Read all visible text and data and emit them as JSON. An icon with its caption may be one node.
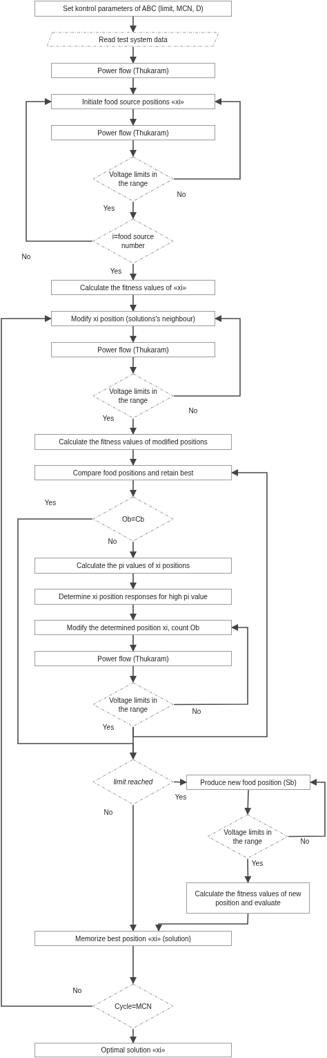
{
  "diagram": {
    "nodes": [
      {
        "text": [
          "Set kontrol parameters of ABC (limit, MCN, D)"
        ]
      },
      {
        "text": [
          "Read test system data"
        ]
      },
      {
        "text": [
          "Power flow (Thukaram)"
        ]
      },
      {
        "text": [
          "Initiate food source positions «xi»"
        ]
      },
      {
        "text": [
          "Power flow (Thukaram)"
        ]
      },
      {
        "text": [
          "Voltage limits in the range"
        ]
      },
      {
        "text": [
          "i=food source number"
        ]
      },
      {
        "text": [
          "Calculate the fitness values of «xi»"
        ]
      },
      {
        "text": [
          "Modify xi position (solutions's neighbour)"
        ]
      },
      {
        "text": [
          "Power flow (Thukaram)"
        ]
      },
      {
        "text": [
          "Voltage limits in the range"
        ]
      },
      {
        "text": [
          "Calculate the fitness values of modified positions"
        ]
      },
      {
        "text": [
          "Compare food positions and retain best"
        ]
      },
      {
        "text": [
          "Ob=Cb"
        ]
      },
      {
        "text": [
          "Calculate the pi values of xi positions"
        ]
      },
      {
        "text": [
          "Determine xi position responses for high pi value"
        ]
      },
      {
        "text": [
          "Modify the determined position xi, count Ob"
        ]
      },
      {
        "text": [
          "Power flow (Thukaram)"
        ]
      },
      {
        "text": [
          "Voltage limits in the range"
        ]
      },
      {
        "text": [
          "limit reached"
        ]
      },
      {
        "text": [
          "Produce new food position (Sb)"
        ]
      },
      {
        "text": [
          "Voltage limits in the range"
        ]
      },
      {
        "text": [
          "Calculate the fitness values of new position and evaluate"
        ]
      },
      {
        "text": [
          "Memorize best position «xi» (solution)"
        ]
      },
      {
        "text": [
          "Cycle=MCN"
        ]
      },
      {
        "text": [
          "Optimal solution «xi»"
        ]
      }
    ],
    "edges": [
      {
        "from": 0,
        "to": 1,
        "arrow": "to"
      },
      {
        "from": 1,
        "to": 2,
        "arrow": "to"
      },
      {
        "from": 2,
        "to": 3,
        "arrow": "to"
      },
      {
        "from": 3,
        "to": 4,
        "arrow": "to"
      },
      {
        "from": 4,
        "to": 5,
        "arrow": "to"
      },
      {
        "from": 5,
        "to": 6,
        "arrow": "to",
        "label": "Yes"
      },
      {
        "from": 5,
        "to": 3,
        "arrow": "to",
        "label": "No"
      },
      {
        "from": 6,
        "to": 3,
        "arrow": "to",
        "label": "No"
      },
      {
        "from": 6,
        "to": 7,
        "arrow": "to",
        "label": "Yes"
      },
      {
        "from": 7,
        "to": 8,
        "arrow": "to"
      },
      {
        "from": 8,
        "to": 9,
        "arrow": "to"
      },
      {
        "from": 9,
        "to": 10,
        "arrow": "to"
      },
      {
        "from": 10,
        "to": 11,
        "arrow": "to",
        "label": "Yes"
      },
      {
        "from": 10,
        "to": 8,
        "arrow": "to",
        "label": "No"
      },
      {
        "from": 11,
        "to": 12,
        "arrow": "to"
      },
      {
        "from": 12,
        "to": 13,
        "arrow": "to"
      },
      {
        "from": 13,
        "to": 14,
        "arrow": "to",
        "label": "No"
      },
      {
        "from": 13,
        "to": 19,
        "arrow": "to",
        "label": "Yes"
      },
      {
        "from": 14,
        "to": 15,
        "arrow": "to"
      },
      {
        "from": 15,
        "to": 16,
        "arrow": "to"
      },
      {
        "from": 16,
        "to": 17,
        "arrow": "to"
      },
      {
        "from": 17,
        "to": 18,
        "arrow": "to"
      },
      {
        "from": 18,
        "to": 16,
        "arrow": "to",
        "label": "No"
      },
      {
        "from": 18,
        "to": 19,
        "arrow": "to",
        "label": "Yes"
      },
      {
        "from": 18,
        "to": 12,
        "arrow": "to"
      },
      {
        "from": 19,
        "to": 20,
        "arrow": "to",
        "label": "Yes"
      },
      {
        "from": 19,
        "to": 23,
        "arrow": "to",
        "label": "No"
      },
      {
        "from": 20,
        "to": 21,
        "arrow": "to"
      },
      {
        "from": 21,
        "to": 20,
        "arrow": "to",
        "label": "No"
      },
      {
        "from": 21,
        "to": 22,
        "arrow": "to",
        "label": "Yes"
      },
      {
        "from": 22,
        "to": 23,
        "arrow": "to"
      },
      {
        "from": 23,
        "to": 24,
        "arrow": "to"
      },
      {
        "from": 24,
        "to": 8,
        "arrow": "to",
        "label": "No"
      },
      {
        "from": 24,
        "to": 25,
        "arrow": "to"
      }
    ]
  }
}
